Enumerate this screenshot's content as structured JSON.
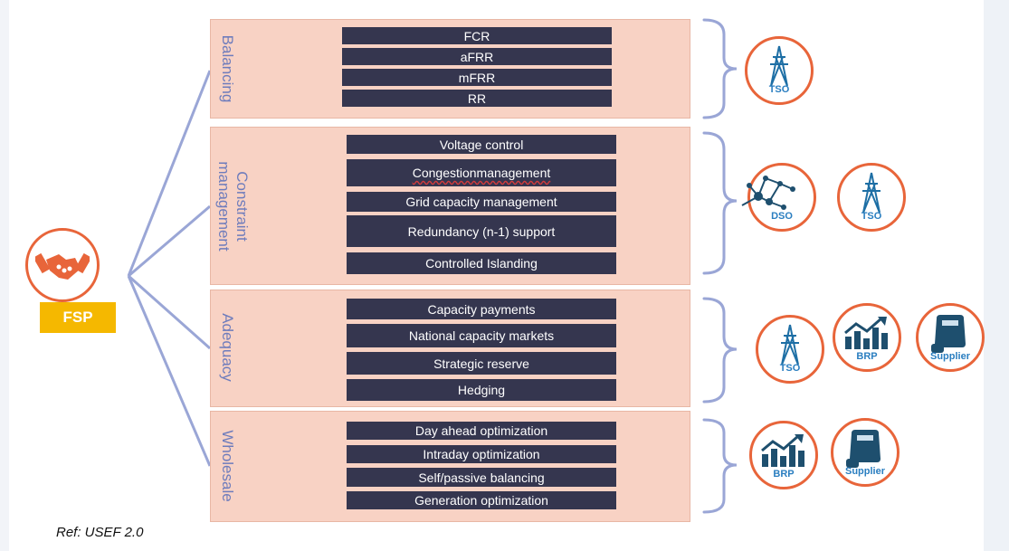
{
  "fsp_label": "FSP",
  "reference": "Ref: USEF 2.0",
  "categories": [
    {
      "label": "Balancing",
      "items": [
        "FCR",
        "aFRR",
        "mFRR",
        "RR"
      ],
      "actors": [
        "TSO"
      ]
    },
    {
      "label": "Constraint management",
      "label_lines": [
        "Constraint",
        "management"
      ],
      "items": [
        "Voltage control",
        "Congestionmanagement",
        "Grid capacity management",
        "Redundancy (n-1) support",
        "Controlled Islanding"
      ],
      "actors": [
        "DSO",
        "TSO"
      ]
    },
    {
      "label": "Adequacy",
      "items": [
        "Capacity payments",
        "National capacity markets",
        "Strategic reserve",
        "Hedging"
      ],
      "actors": [
        "TSO",
        "BRP",
        "Supplier"
      ]
    },
    {
      "label": "Wholesale",
      "items": [
        "Day ahead optimization",
        "Intraday optimization",
        "Self/passive balancing",
        "Generation optimization"
      ],
      "actors": [
        "BRP",
        "Supplier"
      ]
    }
  ],
  "colors": {
    "panel": "#f8d2c4",
    "item": "#35364f",
    "accent": "#e8653a",
    "label": "#6e7cbc",
    "actor_text": "#2a7ec0",
    "badge": "#f5b800"
  },
  "icons": [
    "handshake-icon",
    "transmission-tower-icon",
    "network-graph-icon",
    "bar-chart-growth-icon",
    "meter-icon",
    "bracket-icon"
  ]
}
